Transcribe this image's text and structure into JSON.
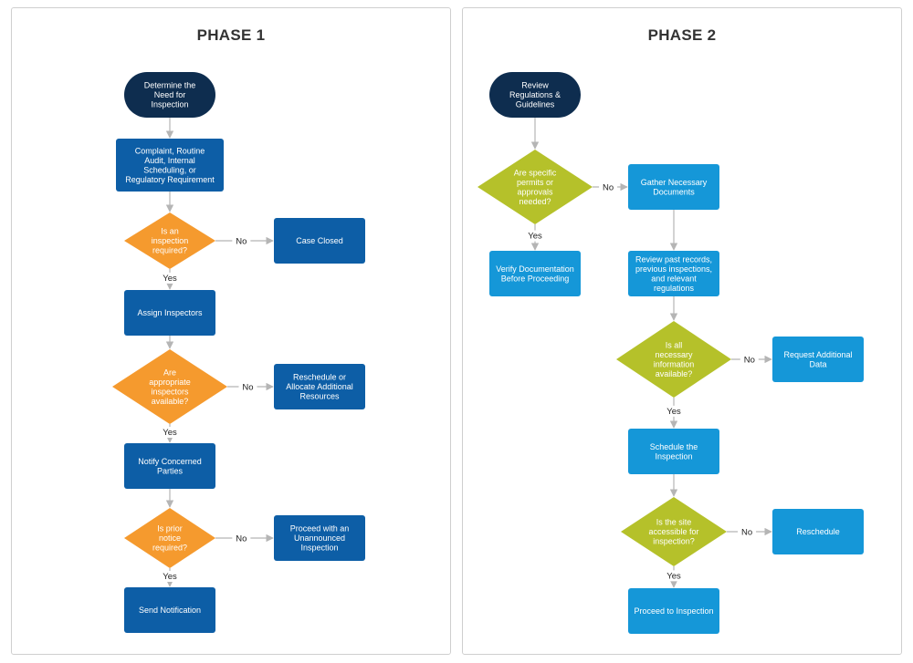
{
  "phase1": {
    "title": "PHASE 1",
    "nodes": {
      "start": [
        "Determine the",
        "Need for",
        "Inspection"
      ],
      "triggers": [
        "Complaint, Routine",
        "Audit, Internal",
        "Scheduling, or",
        "Regulatory Requirement"
      ],
      "decision_required": [
        "Is an",
        "inspection",
        "required?"
      ],
      "case_closed": [
        "Case Closed"
      ],
      "assign": [
        "Assign Inspectors"
      ],
      "decision_available": [
        "Are",
        "appropriate",
        "inspectors",
        "available?"
      ],
      "reschedule_allocate": [
        "Reschedule or",
        "Allocate Additional",
        "Resources"
      ],
      "notify": [
        "Notify Concerned",
        "Parties"
      ],
      "decision_notice": [
        "Is prior",
        "notice",
        "required?"
      ],
      "unannounced": [
        "Proceed with an",
        "Unannounced",
        "Inspection"
      ],
      "send_notification": [
        "Send Notification"
      ]
    }
  },
  "phase2": {
    "title": "PHASE 2",
    "nodes": {
      "start": [
        "Review",
        "Regulations &",
        "Guidelines"
      ],
      "decision_permits": [
        "Are specific",
        "permits or",
        "approvals",
        "needed?"
      ],
      "gather": [
        "Gather Necessary",
        "Documents"
      ],
      "verify": [
        "Verify Documentation",
        "Before Proceeding"
      ],
      "review_records": [
        "Review past records,",
        "previous inspections,",
        "and relevant",
        "regulations"
      ],
      "decision_info": [
        "Is all",
        "necessary",
        "information",
        "available?"
      ],
      "request_data": [
        "Request Additional",
        "Data"
      ],
      "schedule": [
        "Schedule the",
        "Inspection"
      ],
      "decision_access": [
        "Is the site",
        "accessible for",
        "inspection?"
      ],
      "reschedule": [
        "Reschedule"
      ],
      "proceed": [
        "Proceed to Inspection"
      ]
    }
  },
  "edge_labels": {
    "yes": "Yes",
    "no": "No"
  },
  "colors": {
    "terminal": "#0e2d4f",
    "process_phase1": "#0d5ea6",
    "process_phase2": "#1597d8",
    "decision_phase1": "#f59a2e",
    "decision_phase2": "#b5c12a",
    "connector": "#b5b5b5"
  }
}
